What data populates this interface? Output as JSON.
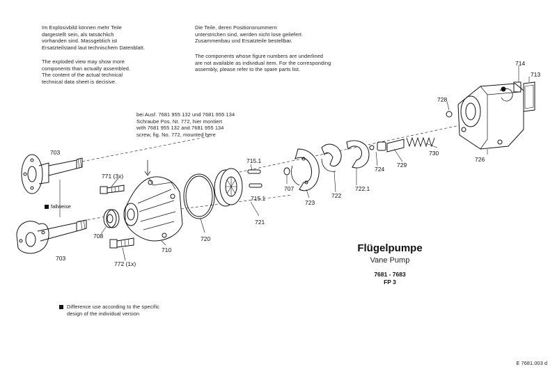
{
  "notes": {
    "explosion_de": "Im Explosivbild können mehr Teile\ndargestellt sein, als tatsächlich\nvorhanden sind. Massgeblich ist\nErsatzteilstand laut technischem Datenblatt.",
    "explosion_en": "The exploded view may show more\ncomponents than actually assembled.\nThe content of the actual technical\ntechnical data sheet is decisive.",
    "underlined_de": "Die Teile, deren Positionsnummern\nunterstrichen sind, werden nicht lose geliefert.\nZusammenbau und Ersatzteile bestellbar.",
    "underlined_en": "The components whose figure numbers are underlined\nare not available as individual item. For the corresponding\nassembly, please refer to the spare parts list.",
    "screw_note": "bei Ausf. 7681 955 132 und 7681 955 134\nSchraube Pos. Nr. 772, hier montiert\nwith 7681 955 132 and 7681 955 134\nscrew, fig. No. 772, mounted here"
  },
  "legend": {
    "fallweise": "fallweise",
    "difference": "Difference use according to the specific\ndesign of the individual version"
  },
  "parts": {
    "p703_top": "703",
    "p703_bottom": "703",
    "p771": "771 (3x)",
    "p708": "708",
    "p772": "772 (1x)",
    "p710": "710",
    "p720": "720",
    "p715_1_top": "715.1",
    "p715_1_bottom": "715.1",
    "p721": "721",
    "p707": "707",
    "p723": "723",
    "p722": "722",
    "p722_1": "722.1",
    "p724": "724",
    "p729": "729",
    "p730": "730",
    "p728": "728",
    "p726": "726",
    "p714": "714",
    "p713": "713"
  },
  "title": {
    "name_de": "Flügelpumpe",
    "name_en": "Vane Pump",
    "range": "7681 - 7683",
    "model": "FP 3"
  },
  "doc_number": "E 7681.003 d"
}
